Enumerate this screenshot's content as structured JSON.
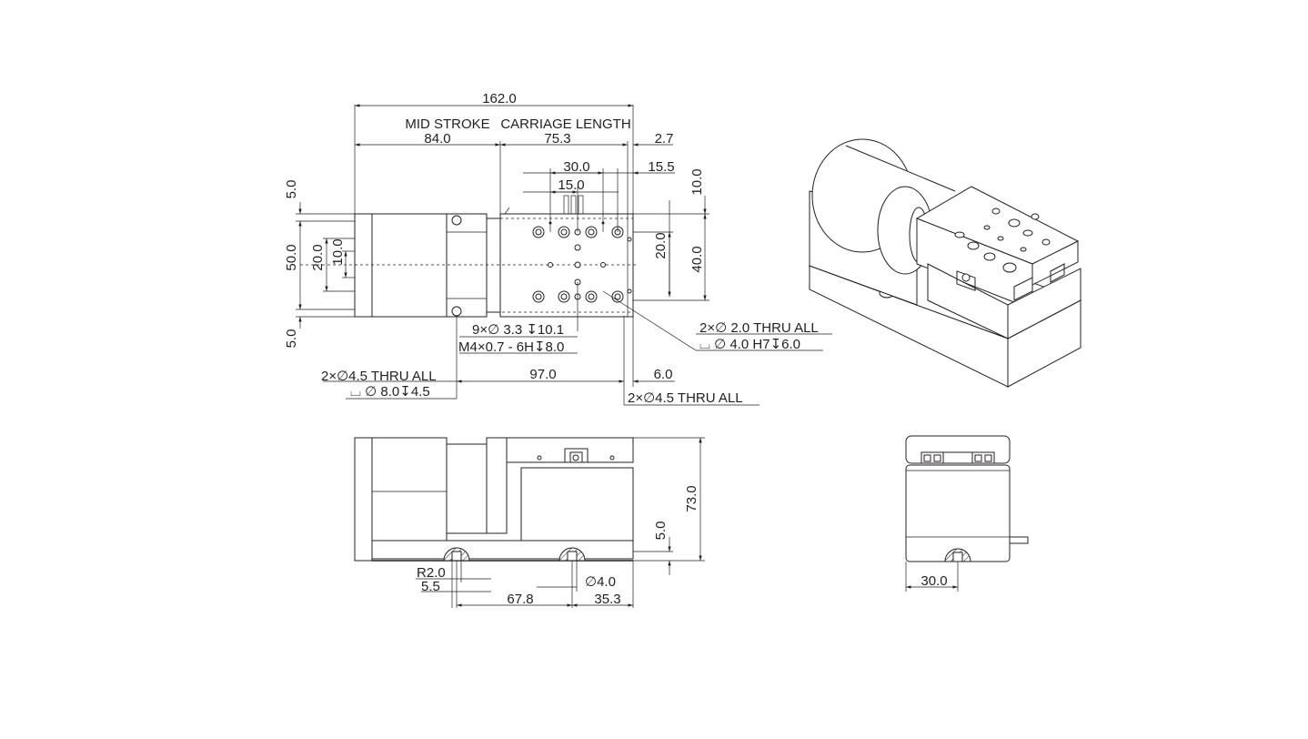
{
  "top_view": {
    "overall_length": "162.0",
    "mid_stroke_label": "MID STROKE",
    "carriage_length_label": "CARRIAGE LENGTH",
    "mid_stroke": "84.0",
    "carriage_length": "75.3",
    "right_offset": "2.7",
    "hole_spacing_30": "30.0",
    "hole_spacing_15": "15.0",
    "right_edge": "15.5",
    "top_margin_right": "10.0",
    "hole_pitch_20": "20.0",
    "width_40": "40.0",
    "left_top_5": "5.0",
    "left_width_50": "50.0",
    "left_20": "20.0",
    "left_10": "10.0",
    "left_bottom_5": "5.0",
    "holes_note_1": "9×∅ 3.3 ↧10.1",
    "holes_note_2": "M4×0.7 - 6H↧8.0",
    "pin_note_1": "2×∅ 2.0 THRU ALL",
    "pin_note_2": "⌴ ∅ 4.0 H7↧6.0",
    "base_note_left_1": "2×∅4.5 THRU ALL",
    "base_note_left_2": "⌴ ∅ 8.0↧4.5",
    "base_spacing": "97.0",
    "base_right": "6.0",
    "base_note_right": "2×∅4.5 THRU ALL"
  },
  "side_view": {
    "height": "73.0",
    "base_thickness": "5.0",
    "radius": "R2.0",
    "offset": "5.5",
    "hole_spacing": "67.8",
    "right_offset": "35.3",
    "pin_diameter": "∅4.0"
  },
  "end_view": {
    "width": "30.0"
  }
}
